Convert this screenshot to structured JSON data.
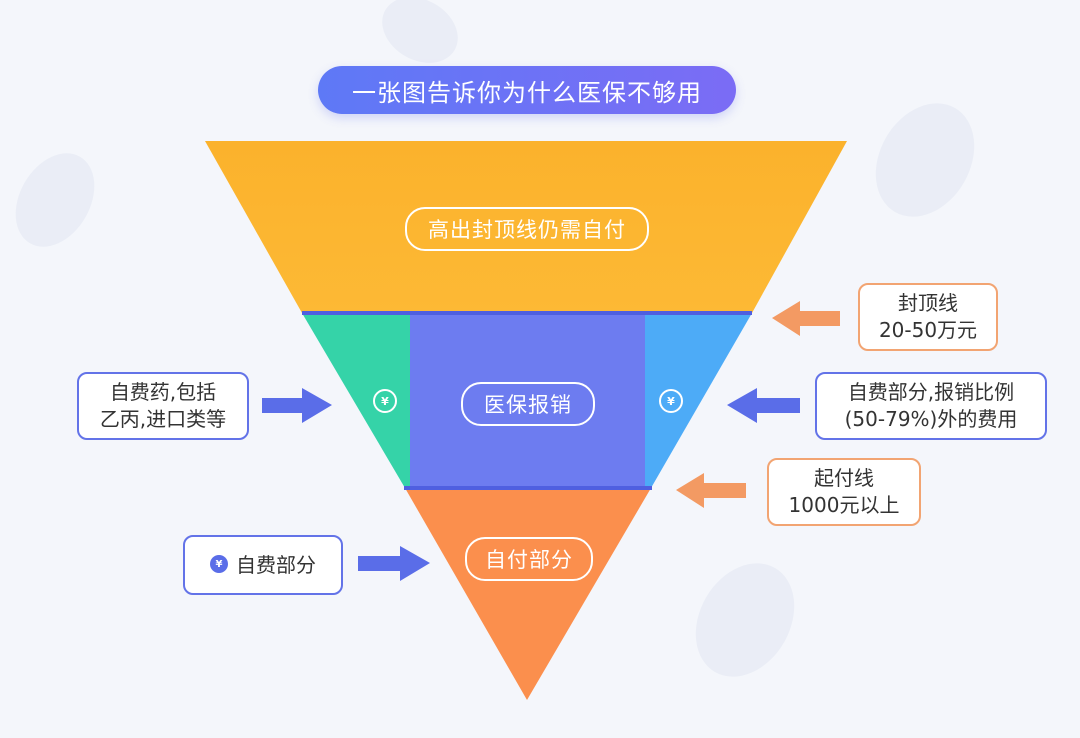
{
  "title": "一张图告诉你为什么医保不够用",
  "funnel": {
    "top_label": "高出封顶线仍需自付",
    "middle_label": "医保报销",
    "bottom_label": "自付部分",
    "yen_symbol": "¥"
  },
  "callouts": {
    "cap_line": [
      "封顶线",
      "20-50万元"
    ],
    "self_pay_ratio": [
      "自费部分,报销比例",
      "(50-79%)外的费用"
    ],
    "deductible": [
      "起付线",
      "1000元以上"
    ],
    "self_pay_drugs": [
      "自费药,包括",
      "乙丙,进口类等"
    ],
    "self_pay_part": "自费部分"
  },
  "colors": {
    "top": "#fbb22c",
    "middle": "#6d7cf0",
    "left_side": "#35d3a8",
    "right_side": "#4dabf7",
    "bottom": "#fb8f4d",
    "separator": "#4f5fe0",
    "arrow_blue": "#5a6de8",
    "arrow_orange": "#f39a63",
    "title_bg": "#6a74f5"
  }
}
